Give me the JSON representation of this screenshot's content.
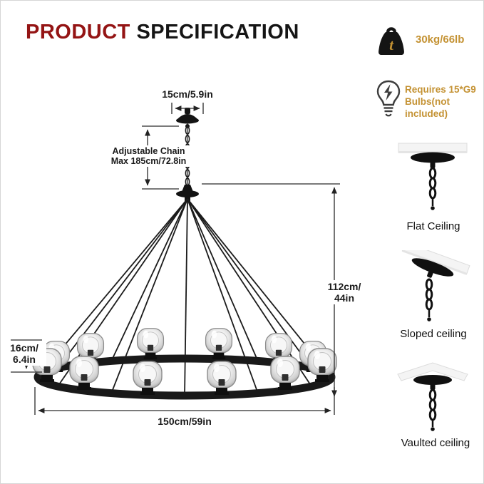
{
  "title": {
    "product": "PRODUCT",
    "specification": "SPECIFICATION"
  },
  "colors": {
    "accent_red": "#941414",
    "gold": "#c49233",
    "ink": "#1a1a1a"
  },
  "diagram": {
    "canopy_width": "15cm/5.9in",
    "chain": {
      "line1": "Adjustable Chain",
      "line2": "Max 185cm/72.8in"
    },
    "height": {
      "line1": "112cm/",
      "line2": "44in"
    },
    "shade": {
      "line1": "16cm/",
      "line2": "6.4in"
    },
    "diameter": "150cm/59in"
  },
  "sidebar": {
    "weight": {
      "value": "30kg/66lb",
      "letter": "t",
      "icon": "weight-icon"
    },
    "bulbs": {
      "line1": "Requires 15*G9",
      "line2": "Bulbs(not included)",
      "icon": "bulb-icon"
    },
    "mounts": [
      {
        "label": "Flat Ceiling",
        "icon": "flat-ceiling-icon"
      },
      {
        "label": "Sloped ceiling",
        "icon": "sloped-ceiling-icon"
      },
      {
        "label": "Vaulted ceiling",
        "icon": "vaulted-ceiling-icon"
      }
    ]
  }
}
